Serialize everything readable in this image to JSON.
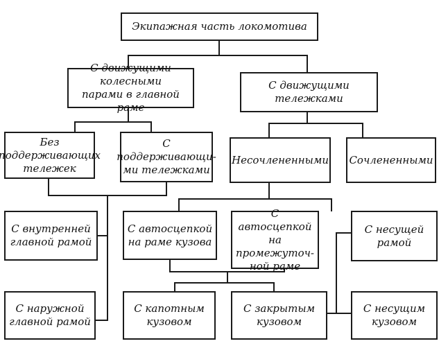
{
  "nodes": {
    "root": "Экипажная часть локомотива",
    "wheelsets": "С движущими колесными\nпарами в главной раме",
    "bogies": "С движущими\nтележками",
    "no_support": "Без поддерживающих\nтележек",
    "with_support": "С поддерживающи-\nми тележками",
    "non_articulated": "Несочлененными",
    "articulated": "Сочлененными",
    "inner_frame": "С внутренней\nглавной рамой",
    "coupler_body_frame": "С автосцепкой\nна раме кузова",
    "coupler_inter_frame": "С автосцепкой\nна промежуточ-\nной раме",
    "load_frame": "С несущей\nрамой",
    "outer_frame": "С наружной\nглавной рамой",
    "hood_body": "С капотным\nкузовом",
    "closed_body": "С закрытым\nкузовом",
    "load_body": "С несущим\nкузовом"
  },
  "style": {
    "line_color": "#1a1a1a",
    "box_border": "#1a1a1a",
    "background": "#ffffff"
  }
}
